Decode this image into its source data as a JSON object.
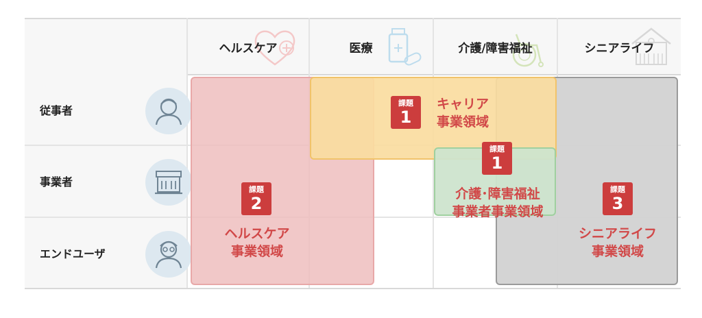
{
  "columns": [
    {
      "label": "ヘルスケア",
      "icon": "heart-plus-icon"
    },
    {
      "label": "医療",
      "icon": "medicine-bottle-icon"
    },
    {
      "label": "介護/障害福祉",
      "icon": "wheelchair-icon"
    },
    {
      "label": "シニアライフ",
      "icon": "house-icon"
    }
  ],
  "rows": [
    {
      "label": "従事者",
      "icon": "nurse-avatar-icon"
    },
    {
      "label": "事業者",
      "icon": "facility-building-icon"
    },
    {
      "label": "エンドユーザ",
      "icon": "elderly-person-icon"
    }
  ],
  "regions": {
    "career": {
      "badge_title": "課題",
      "badge_num": "1",
      "line1": "キャリア",
      "line2": "事業領域",
      "color": "#fadca0"
    },
    "care": {
      "badge_title": "課題",
      "badge_num": "1",
      "line1": "介護･障害福祉",
      "line2": "事業者事業領域",
      "color": "#cde4cd"
    },
    "health": {
      "badge_title": "課題",
      "badge_num": "2",
      "line1": "ヘルスケア",
      "line2": "事業領域",
      "color": "#efbebe"
    },
    "senior": {
      "badge_title": "課題",
      "badge_num": "3",
      "line1": "シニアライフ",
      "line2": "事業領域",
      "color": "#d2d2d2"
    }
  },
  "colors": {
    "badge": "#cc3d3d",
    "label": "#d14848",
    "avatar_bg": "#dde8f0"
  }
}
